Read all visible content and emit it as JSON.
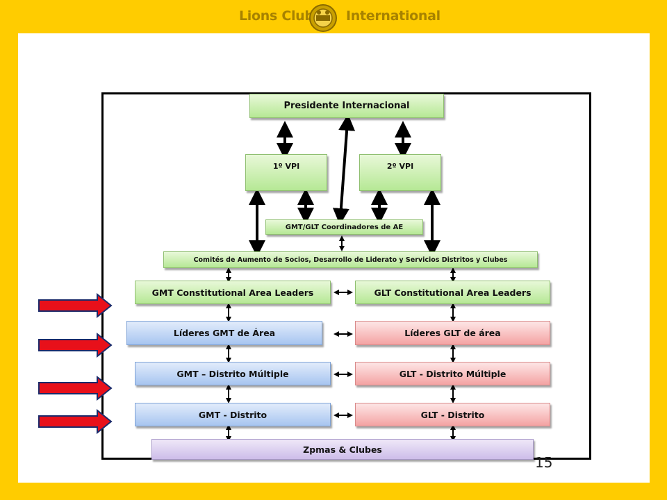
{
  "header": {
    "left_text": "Lions Clubs",
    "right_text": "International"
  },
  "boxes": {
    "presidente": "Presidente Internacional",
    "vp1": "1º VPI",
    "vp2": "2º VPI",
    "coordinadores": "GMT/GLT Coordinadores de AE",
    "comites": "Comités de Aumento de Socios, Desarrollo de Liderato y Servicios Distritos y Clubes",
    "gmt_cal": "GMT Constitutional Area Leaders",
    "glt_cal": "GLT Constitutional Area Leaders",
    "gmt_area": "Líderes GMT de Área",
    "glt_area": "Líderes GLT de  área",
    "gmt_dm": "GMT – Distrito Múltiple",
    "glt_dm": "GLT - Distrito Múltiple",
    "gmt_d": "GMT - Distrito",
    "glt_d": "GLT - Distrito",
    "zonas": "Zpmas & Clubes"
  },
  "page_number": "15",
  "colors": {
    "frame": "#ffcc00",
    "green": "#b6e895",
    "blue": "#a7c5f0",
    "red": "#f4a3a3",
    "purple": "#cdbde9",
    "pointer_arrow": "#e8101a"
  }
}
